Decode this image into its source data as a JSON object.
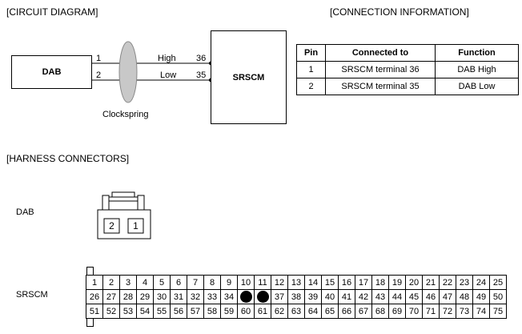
{
  "sections": {
    "circuit": "[CIRCUIT DIAGRAM]",
    "connection": "[CONNECTION INFORMATION]",
    "harness": "[HARNESS CONNECTORS]"
  },
  "circuit": {
    "dab": "DAB",
    "srscm": "SRSCM",
    "clockspring": "Clockspring",
    "pin1": "1",
    "pin2": "2",
    "high": "High",
    "low": "Low",
    "t36": "36",
    "t35": "35"
  },
  "connection_table": {
    "headers": [
      "Pin",
      "Connected to",
      "Function"
    ],
    "rows": [
      [
        "1",
        "SRSCM terminal 36",
        "DAB High"
      ],
      [
        "2",
        "SRSCM terminal 35",
        "DAB Low"
      ]
    ]
  },
  "harness": {
    "dab_label": "DAB",
    "dab_pins": [
      "2",
      "1"
    ],
    "srscm_label": "SRSCM",
    "srscm_rows": [
      [
        "1",
        "2",
        "3",
        "4",
        "5",
        "6",
        "7",
        "8",
        "9",
        "10",
        "11",
        "12",
        "13",
        "14",
        "15",
        "16",
        "17",
        "18",
        "19",
        "20",
        "21",
        "22",
        "23",
        "24",
        "25"
      ],
      [
        "26",
        "27",
        "28",
        "29",
        "30",
        "31",
        "32",
        "33",
        "34",
        "",
        "",
        "37",
        "38",
        "39",
        "40",
        "41",
        "42",
        "43",
        "44",
        "45",
        "46",
        "47",
        "48",
        "49",
        "50"
      ],
      [
        "51",
        "52",
        "53",
        "54",
        "55",
        "56",
        "57",
        "58",
        "59",
        "60",
        "61",
        "62",
        "63",
        "64",
        "65",
        "66",
        "67",
        "68",
        "69",
        "70",
        "71",
        "72",
        "73",
        "74",
        "75"
      ]
    ]
  }
}
